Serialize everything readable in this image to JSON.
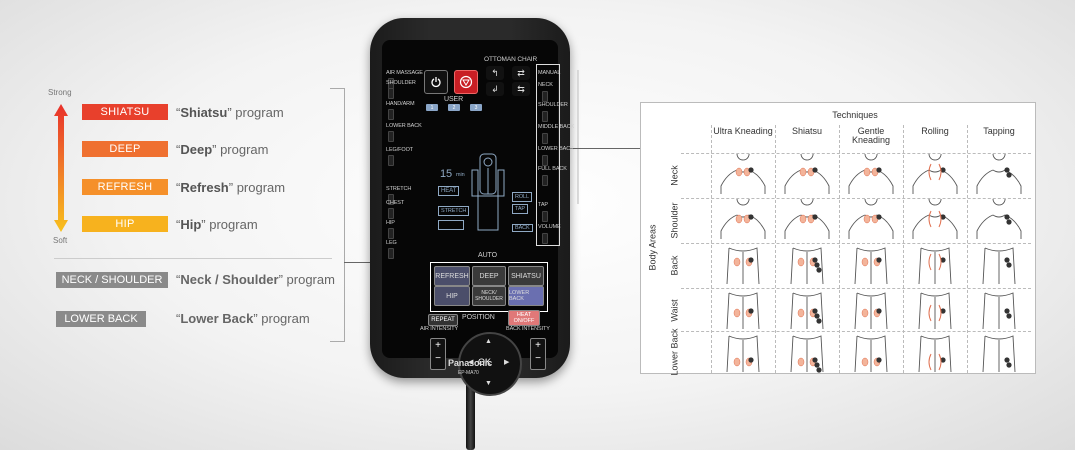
{
  "legend": {
    "strong_label": "Strong",
    "soft_label": "Soft",
    "programs": [
      {
        "badge": "SHIATSU",
        "quote_open": "“",
        "name": "Shiatsu",
        "suffix": "” program",
        "color": "#e8402c"
      },
      {
        "badge": "DEEP",
        "quote_open": "“",
        "name": "Deep",
        "suffix": "” program",
        "color": "#ef7030"
      },
      {
        "badge": "REFRESH",
        "quote_open": "“",
        "name": "Refresh",
        "suffix": "” program",
        "color": "#f5902a"
      },
      {
        "badge": "HIP",
        "quote_open": "“",
        "name": "Hip",
        "suffix": "” program",
        "color": "#f7b21e"
      }
    ],
    "gray_programs": [
      {
        "badge": "NECK / SHOULDER",
        "quote_open": "“",
        "name": "Neck / Shoulder",
        "suffix": "” program"
      },
      {
        "badge": "LOWER BACK",
        "quote_open": "“",
        "name": "Lower Back",
        "suffix": "” program"
      }
    ]
  },
  "remote": {
    "left_labels": [
      "AIR MASSAGE",
      "SHOULDER",
      "HAND/ARM",
      "LOWER BACK",
      "LEG/FOOT",
      "STRETCH",
      "CHEST",
      "HIP",
      "LEG"
    ],
    "right_labels": [
      "MANUAL",
      "NECK",
      "SHOULDER",
      "MIDDLE BACK",
      "LOWER BACK",
      "FULL BACK",
      "TAP",
      "VOLUME"
    ],
    "ottoman_label": "OTTOMAN CHAIR",
    "user_label": "USER",
    "user_buttons": [
      "1",
      "2",
      "3"
    ],
    "lcd": {
      "time": "15",
      "unit": "min",
      "heat": "HEAT",
      "roll": "ROLL",
      "tap": "TAP",
      "stretch": "STRETCH",
      "back": "BACK"
    },
    "auto_label": "AUTO",
    "auto_buttons": [
      "REFRESH",
      "DEEP",
      "SHIATSU",
      "HIP",
      "NECK/ SHOULDER",
      "LOWER BACK"
    ],
    "repeat": "REPEAT",
    "position": "POSITION",
    "heat_onoff": "HEAT ON/OFF",
    "air_intensity": "AIR INTENSITY",
    "back_intensity": "BACK INTENSITY",
    "ok": "OK",
    "brand": "Panasonic",
    "model": "EP-MA70"
  },
  "techniques": {
    "title": "Techniques",
    "columns": [
      "Ultra Kneading",
      "Shiatsu",
      "Gentle Kneading",
      "Rolling",
      "Tapping"
    ],
    "row_axis_label": "Body Areas",
    "rows": [
      "Neck",
      "Shoulder",
      "Back",
      "Waist",
      "Lower Back"
    ]
  }
}
